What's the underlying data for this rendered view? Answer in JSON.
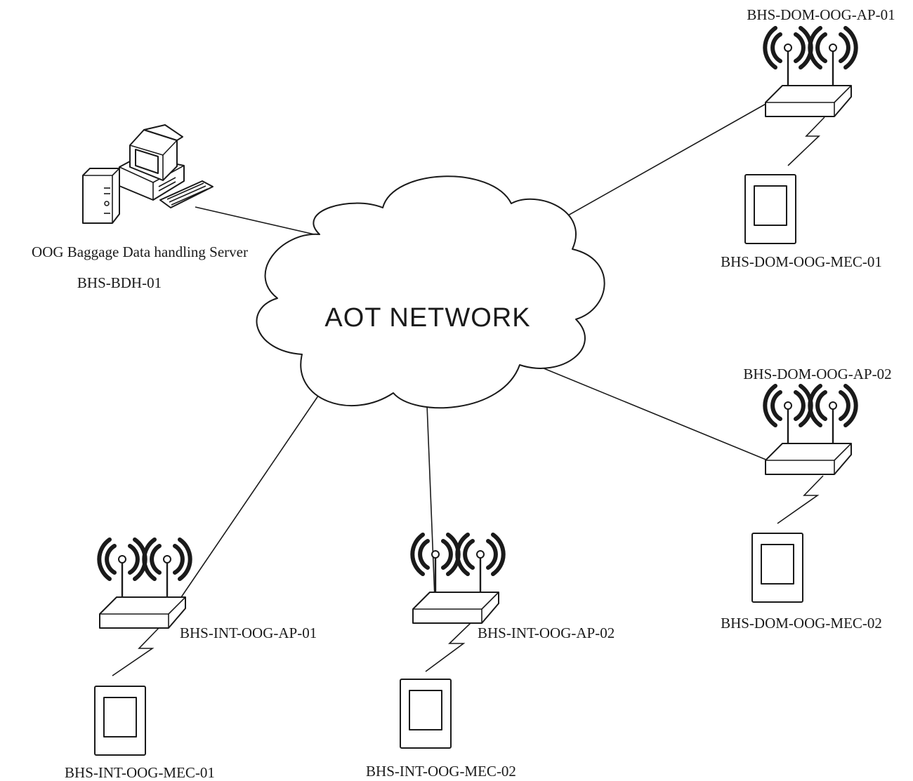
{
  "network": {
    "label": "AOT NETWORK"
  },
  "server": {
    "description": "OOG Baggage Data handling Server",
    "id": "BHS-BDH-01"
  },
  "access_points": [
    {
      "id": "ap-dom-01",
      "label": "BHS-DOM-OOG-AP-01"
    },
    {
      "id": "ap-dom-02",
      "label": "BHS-DOM-OOG-AP-02"
    },
    {
      "id": "ap-int-01",
      "label": "BHS-INT-OOG-AP-01"
    },
    {
      "id": "ap-int-02",
      "label": "BHS-INT-OOG-AP-02"
    }
  ],
  "devices": [
    {
      "id": "mec-dom-01",
      "label": "BHS-DOM-OOG-MEC-01"
    },
    {
      "id": "mec-dom-02",
      "label": "BHS-DOM-OOG-MEC-02"
    },
    {
      "id": "mec-int-01",
      "label": "BHS-INT-OOG-MEC-01"
    },
    {
      "id": "mec-int-02",
      "label": "BHS-INT-OOG-MEC-02"
    }
  ]
}
